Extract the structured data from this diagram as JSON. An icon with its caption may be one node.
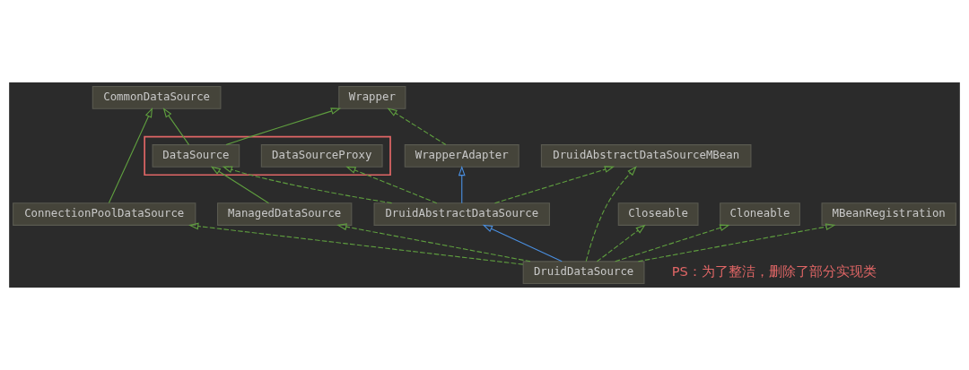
{
  "diagram": {
    "nodes": [
      {
        "text": [
          "CommonDataSource"
        ]
      },
      {
        "text": [
          "Wrapper"
        ]
      },
      {
        "text": [
          "ConnectionPoolDataSource"
        ]
      },
      {
        "text": [],
        "shape": "box"
      },
      {
        "text": [
          "DataSource"
        ],
        "in": 3
      },
      {
        "text": [
          "DataSourceProxy"
        ],
        "in": 3
      },
      {
        "text": [
          "WrapperAdapter"
        ]
      },
      {
        "text": [
          "DruidAbstractDataSourceMBean"
        ]
      },
      {
        "text": [
          "ManagedDataSource"
        ]
      },
      {
        "text": [
          "DruidAbstractDataSource"
        ]
      },
      {
        "text": [
          "Closeable"
        ]
      },
      {
        "text": [
          "Cloneable"
        ]
      },
      {
        "text": [
          "MBeanRegistration"
        ]
      },
      {
        "text": [
          "DruidDataSource"
        ]
      }
    ],
    "edges": [
      {
        "from": 2,
        "to": 0,
        "arrow": "to"
      },
      {
        "from": 4,
        "to": 0,
        "arrow": "to"
      },
      {
        "from": 4,
        "to": 1,
        "arrow": "to"
      },
      {
        "from": 6,
        "to": 1,
        "arrow": "to",
        "style": "dashed"
      },
      {
        "from": 8,
        "to": 4,
        "arrow": "to"
      },
      {
        "from": 9,
        "to": 4,
        "arrow": "to",
        "style": "dashed"
      },
      {
        "from": 9,
        "to": 5,
        "arrow": "to",
        "style": "dashed"
      },
      {
        "from": 9,
        "to": 6,
        "arrow": "to",
        "color": "#4a8fe0"
      },
      {
        "from": 9,
        "to": 7,
        "arrow": "to",
        "style": "dashed"
      },
      {
        "from": 13,
        "to": 2,
        "arrow": "to",
        "style": "dashed"
      },
      {
        "from": 13,
        "to": 8,
        "arrow": "to",
        "style": "dashed"
      },
      {
        "from": 13,
        "to": 9,
        "arrow": "to",
        "color": "#4a8fe0"
      },
      {
        "from": 13,
        "to": 10,
        "arrow": "to",
        "style": "dashed"
      },
      {
        "from": 13,
        "to": 11,
        "arrow": "to",
        "style": "dashed"
      },
      {
        "from": 13,
        "to": 7,
        "arrow": "to",
        "style": "dashed"
      },
      {
        "from": 13,
        "to": 12,
        "arrow": "to",
        "style": "dashed"
      }
    ],
    "labels": [
      "PS：为了整洁，删除了部分实现类"
    ]
  }
}
